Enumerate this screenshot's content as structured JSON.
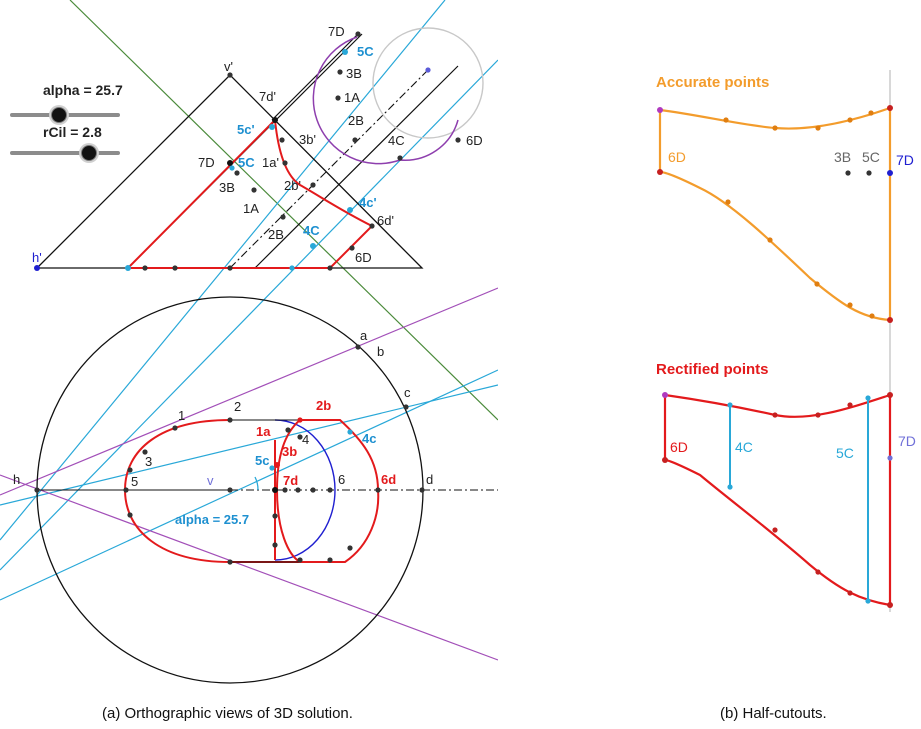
{
  "sliders": {
    "alpha": {
      "label": "alpha = 25.7",
      "value": 25.7
    },
    "rCil": {
      "label": "rCil = 2.8",
      "value": 2.8
    }
  },
  "view_top": {
    "labels": {
      "v_prime": "v'",
      "h_prime": "h'",
      "d7_upper": "7D",
      "c5_upper": "5C",
      "b3_upper": "3B",
      "a1_upper": "1A",
      "b2_upper": "2B",
      "c4_upper": "4C",
      "d6_upper": "6D",
      "d7_prime": "7d'",
      "c5_prime": "5c'",
      "b3_prime": "3b'",
      "a1_prime": "1a'",
      "b2_prime": "2b'",
      "c4_prime": "4c'",
      "d6_prime": "6d'",
      "d7_lower": "7D",
      "c5_lower": "5C",
      "b3_lower": "3B",
      "a1_lower": "1A",
      "b2_lower": "2B",
      "c4_lower": "4C",
      "d6_lower": "6D"
    }
  },
  "view_bottom": {
    "labels": {
      "a": "a",
      "b": "b",
      "c": "c",
      "d": "d",
      "h": "h",
      "v": "v",
      "n1": "1",
      "n2": "2",
      "n3": "3",
      "n4": "4",
      "n5": "5",
      "n6": "6",
      "r2b": "2b",
      "r1a": "1a",
      "r3b": "3b",
      "r7d": "7d",
      "r6d": "6d",
      "r4c": "4c",
      "r5c": "5c"
    },
    "angle_label": "alpha = 25.7"
  },
  "cutout_accurate": {
    "title": "Accurate points",
    "labels": {
      "d6": "6D",
      "b3": "3B",
      "c5": "5C",
      "d7": "7D"
    }
  },
  "cutout_rectified": {
    "title": "Rectified points",
    "labels": {
      "d6": "6D",
      "c4": "4C",
      "c5": "5C",
      "d7": "7D"
    }
  },
  "captions": {
    "a": "(a) Orthographic views of 3D solution.",
    "b": "(b) Half-cutouts."
  },
  "colors": {
    "red": "#e31a1c",
    "orange": "#f39c2c",
    "cyan": "#29a8d8",
    "purple": "#a24fb8",
    "green": "#4a8a3a",
    "blue": "#1f1fd0",
    "black": "#111111",
    "label_blue": "#1e90d0"
  }
}
